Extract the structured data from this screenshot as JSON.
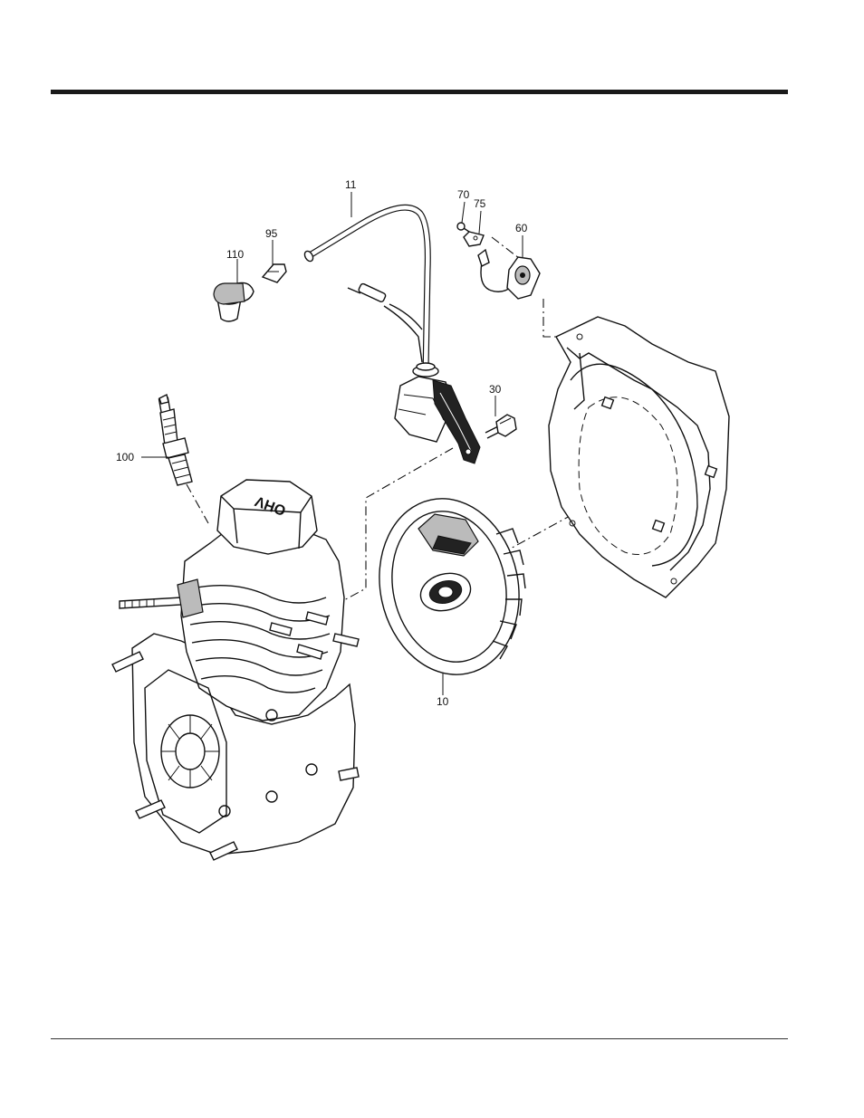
{
  "callouts": {
    "c11": "11",
    "c70": "70",
    "c75": "75",
    "c60": "60",
    "c95": "95",
    "c110": "110",
    "c30": "30",
    "c100": "100",
    "c10": "10"
  },
  "engine_mark": "OHV"
}
